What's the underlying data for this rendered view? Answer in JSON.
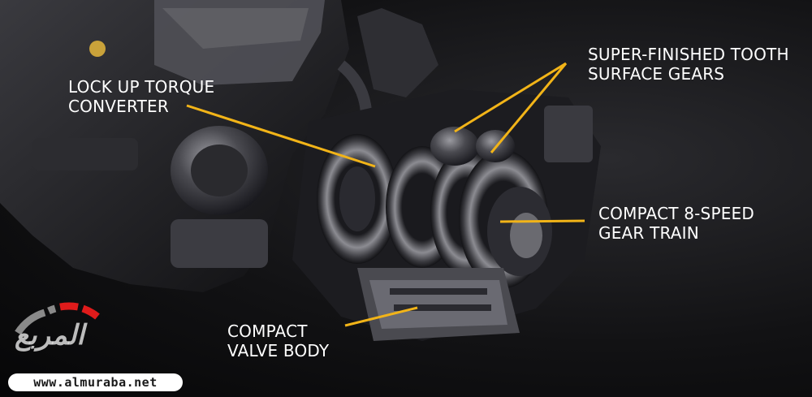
{
  "callouts": {
    "lock_up": {
      "line1": "LOCK UP TORQUE",
      "line2": "CONVERTER"
    },
    "super_finished": {
      "line1": "SUPER-FINISHED TOOTH",
      "line2": "SURFACE GEARS"
    },
    "gear_train": {
      "line1": "COMPACT 8-SPEED",
      "line2": "GEAR TRAIN"
    },
    "valve_body": {
      "line1": "COMPACT",
      "line2": "VALVE BODY"
    }
  },
  "watermark": {
    "logo_text": "المربع",
    "website": "www.almuraba.net"
  },
  "colors": {
    "callout_line": "#f2b418",
    "label_text": "#ffffff",
    "logo_red": "#e01b1b",
    "logo_gray": "#8a8a8a"
  }
}
